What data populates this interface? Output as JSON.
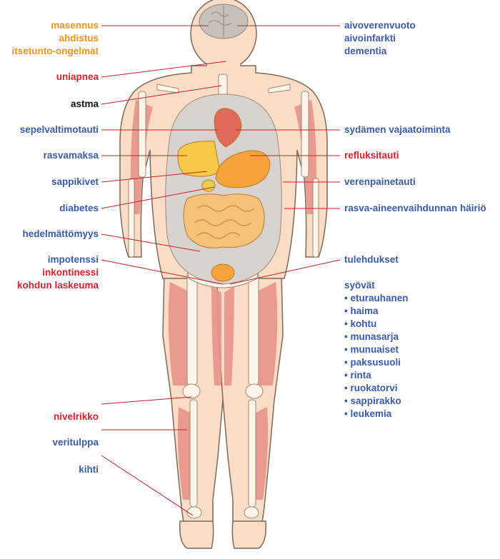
{
  "colors": {
    "orange": "#f0941c",
    "red": "#d8202e",
    "blue": "#3a5aa8",
    "black": "#111111",
    "skin": "#fbdcc4",
    "muscle": "#e8948a",
    "bone": "#fdf5ea",
    "organs": "#f6b04a",
    "line": "#cc1d2b"
  },
  "left_labels": {
    "mental": [
      "masennus",
      "ahdistus",
      "itsetunto-ongelmat"
    ],
    "uniapnea": "uniapnea",
    "astma": "astma",
    "sepelvaltimotauti": "sepelvaltimotauti",
    "rasvamaksa": "rasvamaksa",
    "sappikivet": "sappikivet",
    "diabetes": "diabetes",
    "hedelmattomyys": "hedelmättömyys",
    "impotenssi": "impotenssi",
    "inkontinessi": "inkontinessi",
    "kohdun_laskeuma": "kohdun laskeuma",
    "nivelrikko": "nivelrikko",
    "veritulppa": "veritulppa",
    "kihti": "kihti"
  },
  "right_labels": {
    "brain": [
      "aivoverenvuoto",
      "aivoinfarkti",
      "dementia"
    ],
    "sydamen": "sydämen vajaatoiminta",
    "refluksitauti": "refluksitauti",
    "verenpainetauti": "verenpainetauti",
    "rasva_aineenvaihdunta": "rasva-aineenvaihdunnan häiriö",
    "tulehdukset": "tulehdukset",
    "syovat_title": "syövät",
    "syovat": [
      "eturauhanen",
      "haima",
      "kohtu",
      "munasarja",
      "munuaiset",
      "paksusuoli",
      "rinta",
      "ruokatorvi",
      "sappirakko",
      "leukemia"
    ]
  }
}
